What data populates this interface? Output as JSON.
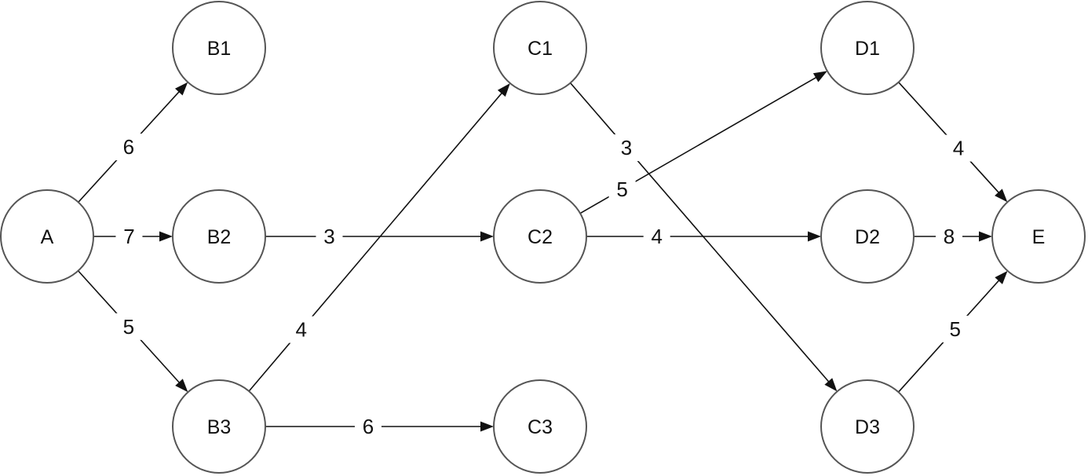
{
  "diagram": {
    "nodes": [
      {
        "id": "A",
        "label": "A"
      },
      {
        "id": "B1",
        "label": "B1"
      },
      {
        "id": "B2",
        "label": "B2"
      },
      {
        "id": "B3",
        "label": "B3"
      },
      {
        "id": "C1",
        "label": "C1"
      },
      {
        "id": "C2",
        "label": "C2"
      },
      {
        "id": "C3",
        "label": "C3"
      },
      {
        "id": "D1",
        "label": "D1"
      },
      {
        "id": "D2",
        "label": "D2"
      },
      {
        "id": "D3",
        "label": "D3"
      },
      {
        "id": "E",
        "label": "E"
      }
    ],
    "edges": [
      {
        "from": "A",
        "to": "B1",
        "weight": "6"
      },
      {
        "from": "A",
        "to": "B2",
        "weight": "7"
      },
      {
        "from": "A",
        "to": "B3",
        "weight": "5"
      },
      {
        "from": "B2",
        "to": "C2",
        "weight": "3"
      },
      {
        "from": "B3",
        "to": "C1",
        "weight": "4"
      },
      {
        "from": "B3",
        "to": "C3",
        "weight": "6"
      },
      {
        "from": "C1",
        "to": "D3",
        "weight": "3"
      },
      {
        "from": "C2",
        "to": "D1",
        "weight": "5"
      },
      {
        "from": "C2",
        "to": "D2",
        "weight": "4"
      },
      {
        "from": "D1",
        "to": "E",
        "weight": "4"
      },
      {
        "from": "D2",
        "to": "E",
        "weight": "8"
      },
      {
        "from": "D3",
        "to": "E",
        "weight": "5"
      }
    ]
  }
}
